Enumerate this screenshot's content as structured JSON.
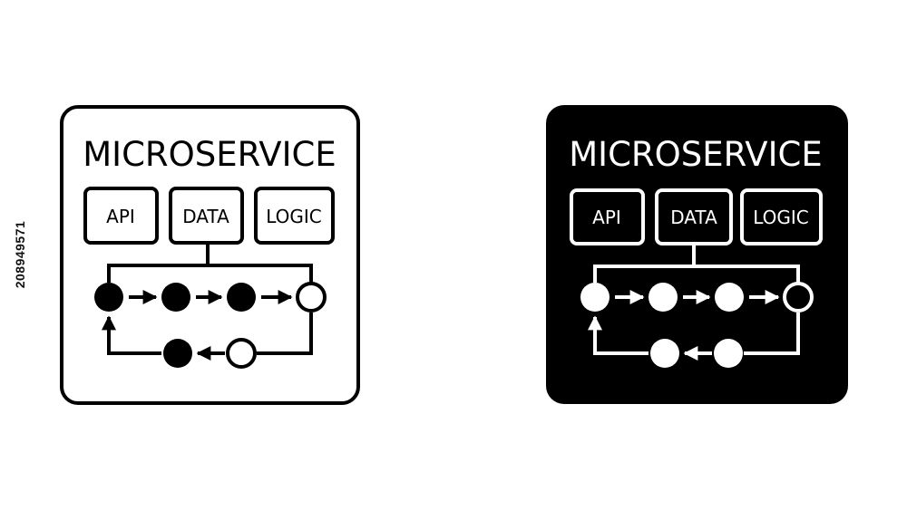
{
  "side_id": "208949571",
  "icons": [
    {
      "variant": "outline",
      "title": "MICROSERVICE",
      "modules": [
        "API",
        "DATA",
        "LOGIC"
      ],
      "colors": {
        "background": "#ffffff",
        "foreground": "#000000"
      },
      "flow_nodes": {
        "top_row": [
          "filled",
          "filled",
          "filled",
          "hollow"
        ],
        "bottom_row": [
          "filled",
          "hollow"
        ]
      }
    },
    {
      "variant": "inverted",
      "title": "MICROSERVICE",
      "modules": [
        "API",
        "DATA",
        "LOGIC"
      ],
      "colors": {
        "background": "#000000",
        "foreground": "#ffffff"
      },
      "flow_nodes": {
        "top_row": [
          "filled",
          "filled",
          "filled",
          "hollow"
        ],
        "bottom_row": [
          "filled",
          "filled"
        ]
      }
    }
  ]
}
